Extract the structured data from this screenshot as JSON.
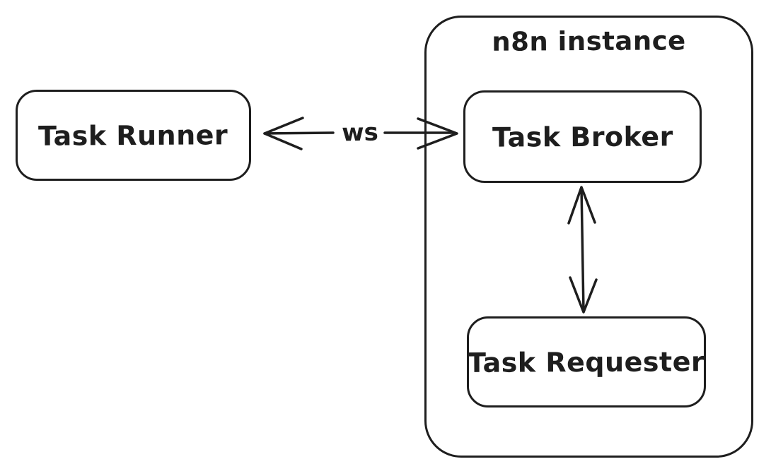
{
  "diagram": {
    "type": "architecture-sketch",
    "colors": {
      "stroke": "#1e1e1e",
      "background": "#ffffff"
    },
    "nodes": {
      "task_runner": {
        "label": "Task Runner"
      },
      "task_broker": {
        "label": "Task Broker"
      },
      "task_requester": {
        "label": "Task Requester"
      }
    },
    "container": {
      "label": "n8n instance",
      "contains": [
        "Task Broker",
        "Task Requester"
      ]
    },
    "edges": {
      "runner_broker": {
        "label": "ws",
        "from": "Task Runner",
        "to": "Task Broker",
        "direction": "bidirectional"
      },
      "broker_requester": {
        "label": "",
        "from": "Task Broker",
        "to": "Task Requester",
        "direction": "bidirectional"
      }
    }
  }
}
